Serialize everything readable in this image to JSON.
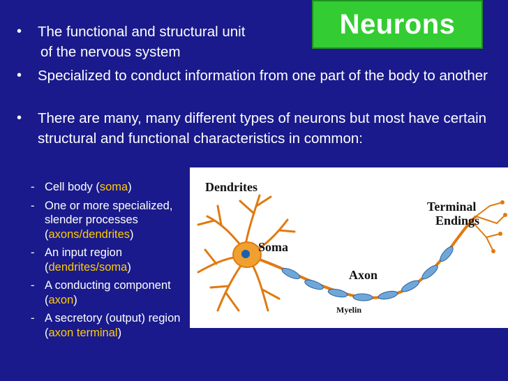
{
  "slide": {
    "title": "Neurons",
    "bullet1_line1": "The functional and structural unit",
    "bullet1_line2": "of the nervous system",
    "bullet2": "Specialized to conduct information from one part of the body to another",
    "bullet3": "There are many, many different types of neurons but most have certain structural and functional characteristics in common:",
    "sub1_pre": "Cell body (",
    "sub1_hl": "soma",
    "sub1_post": ")",
    "sub2_pre": "One or more specialized, slender processes (",
    "sub2_hl": "axons/dendrites",
    "sub2_post": ")",
    "sub3_pre": "An input region (",
    "sub3_hl": "dendrites/soma",
    "sub3_post": ")",
    "sub4_pre": "A conducting component (",
    "sub4_hl": "axon",
    "sub4_post": ")",
    "sub5_pre": "A secretory (output) region (",
    "sub5_hl": "axon terminal",
    "sub5_post": ")"
  },
  "diagram": {
    "label_dendrites": "Dendrites",
    "label_soma": "Soma",
    "label_terminal_1": "Terminal",
    "label_terminal_2": "Endings",
    "label_axon": "Axon",
    "label_myelin": "Myelin"
  },
  "colors": {
    "background": "#1a1a8c",
    "title_box": "#33cc33",
    "highlight": "#ffcc00",
    "neuron": "#e07a10",
    "myelin": "#6fa8d8"
  }
}
